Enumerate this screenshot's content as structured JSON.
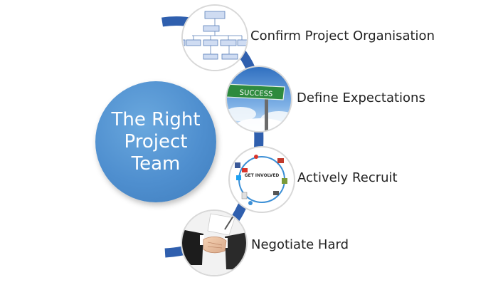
{
  "center": {
    "title": "The Right\nProject\nTeam",
    "color": "#4f8fcf"
  },
  "arc_color": "#2f5fae",
  "steps": [
    {
      "label": "Confirm Project Organisation",
      "image": "org-chart-icon"
    },
    {
      "label": "Define Expectations",
      "image": "success-sign-icon",
      "sign_text": "SUCCESS"
    },
    {
      "label": "Actively Recruit",
      "image": "get-involved-cycle-icon",
      "image_text": "GET INVOLVED"
    },
    {
      "label": "Negotiate Hard",
      "image": "handshake-icon"
    }
  ]
}
